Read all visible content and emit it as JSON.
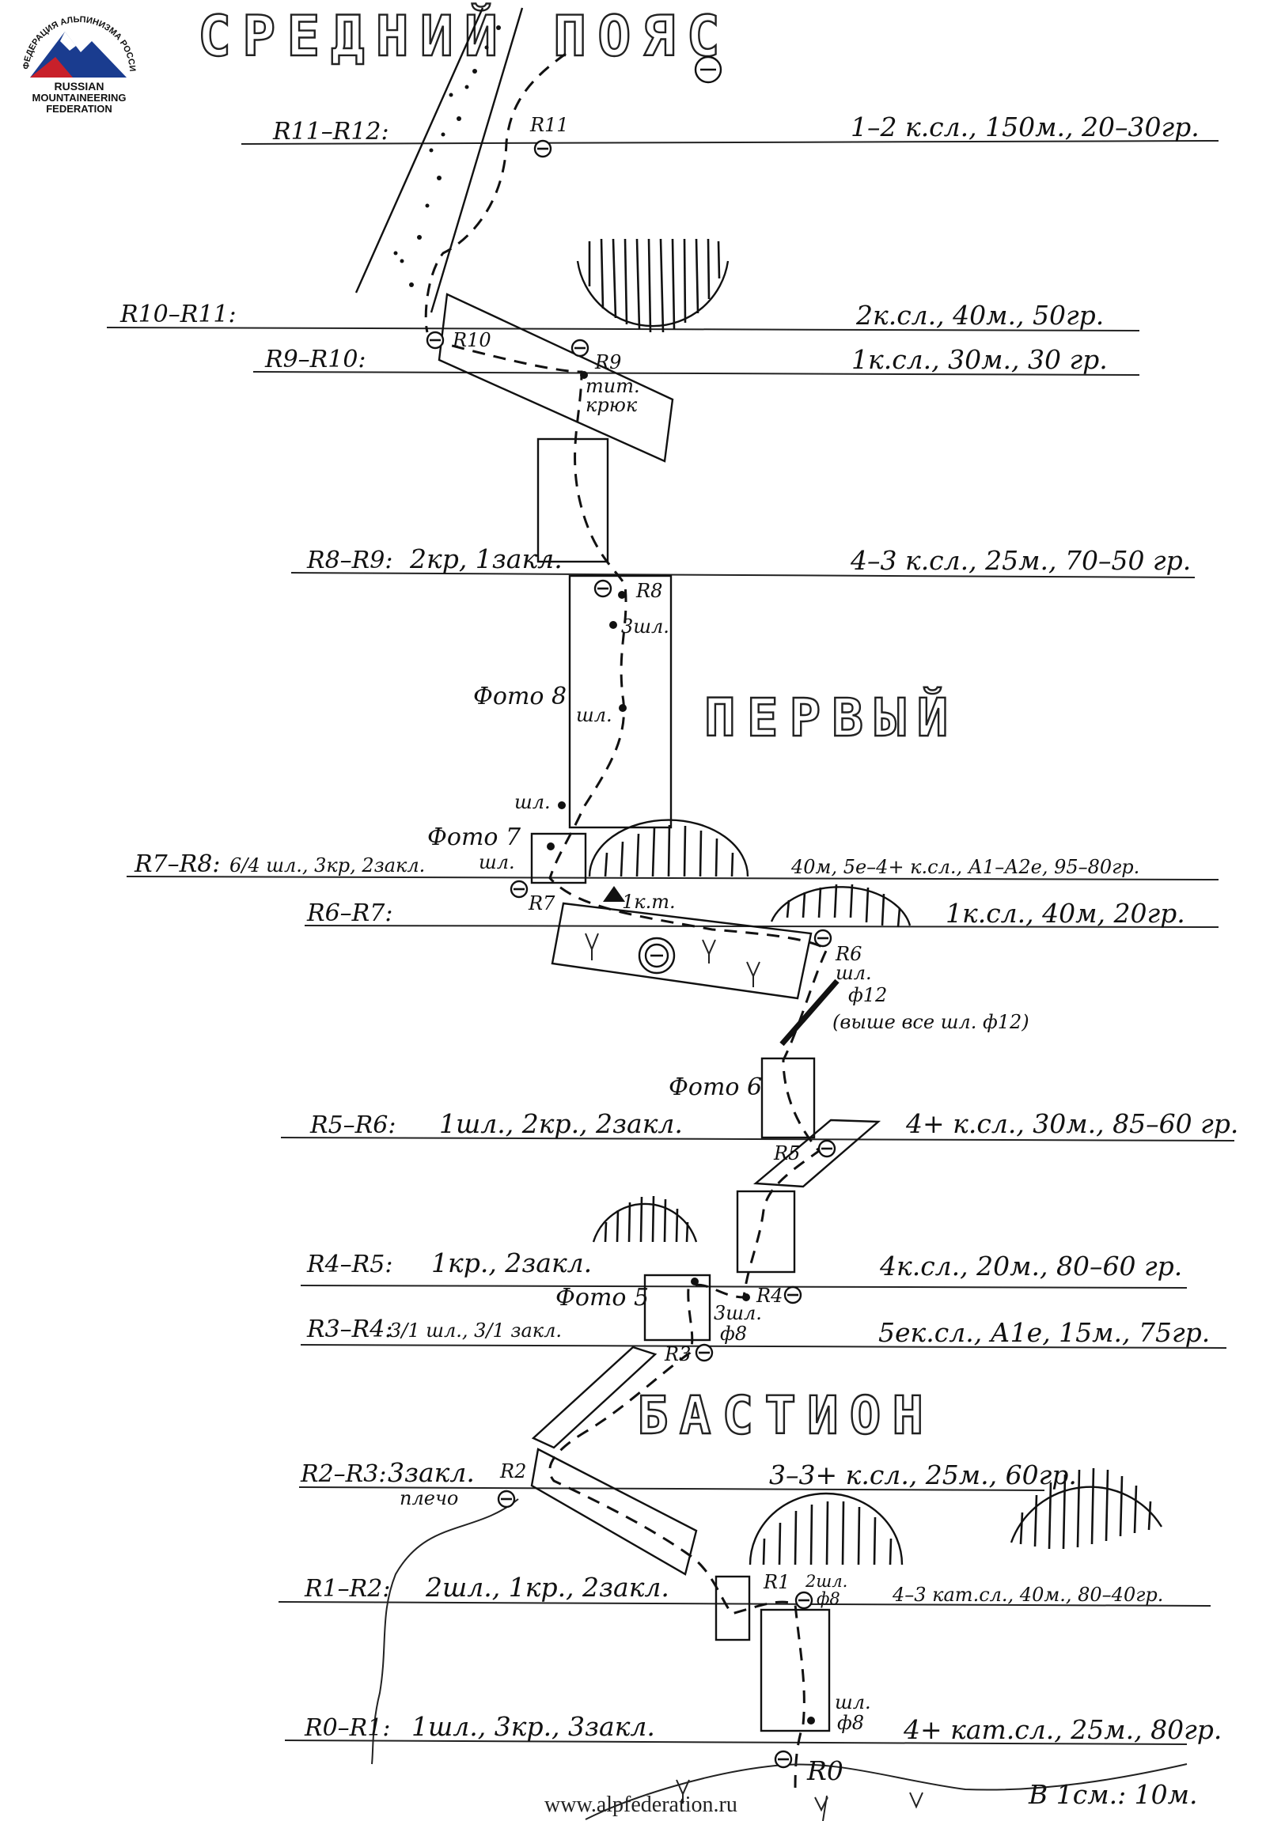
{
  "logo": {
    "arc_text": "ФЕДЕРАЦИЯ АЛЬПИНИЗМА РОССИИ",
    "line1": "RUSSIAN",
    "line2": "MOUNTAINEERING",
    "line3": "FEDERATION"
  },
  "sections": {
    "middle_belt": "СРЕДНИЙ ПОЯС",
    "first": "ПЕРВЫЙ",
    "bastion": "БАСТИОН"
  },
  "pitches": [
    {
      "id": "r11_r12",
      "label": "R11–R12:",
      "left_info": "",
      "spec": "1–2 к.сл., 150м., 20–30гр."
    },
    {
      "id": "r10_r11",
      "label": "R10–R11:",
      "left_info": "",
      "spec": "2к.сл., 40м., 50гр."
    },
    {
      "id": "r9_r10",
      "label": "R9–R10:",
      "left_info": "",
      "spec": "1к.сл., 30м., 30 гр."
    },
    {
      "id": "r8_r9",
      "label": "R8–R9:",
      "left_info": "2кр, 1закл.",
      "spec": "4–3 к.сл., 25м., 70–50 гр."
    },
    {
      "id": "r7_r8",
      "label": "R7–R8:",
      "left_info": "6/4 шл., 3кр, 2закл.",
      "spec": "40м, 5е–4+ к.сл., А1–А2е, 95–80гр."
    },
    {
      "id": "r6_r7",
      "label": "R6–R7:",
      "left_info": "",
      "spec": "1к.сл., 40м, 20гр."
    },
    {
      "id": "r5_r6",
      "label": "R5–R6:",
      "left_info": "1шл., 2кр., 2закл.",
      "spec": "4+ к.сл., 30м., 85–60 гр."
    },
    {
      "id": "r4_r5",
      "label": "R4–R5:",
      "left_info": "1кр., 2закл.",
      "spec": "4к.сл., 20м., 80–60 гр."
    },
    {
      "id": "r3_r4",
      "label": "R3–R4:",
      "left_info": "3/1 шл., 3/1 закл.",
      "spec": "5ек.сл., А1е, 15м., 75гр."
    },
    {
      "id": "r2_r3",
      "label": "R2–R3:",
      "left_info": "3закл.",
      "spec": "3–3+ к.сл., 25м., 60гр."
    },
    {
      "id": "r1_r2",
      "label": "R1–R2:",
      "left_info": "2шл., 1кр., 2закл.",
      "spec": "4–3 кат.сл., 40м., 80–40гр."
    },
    {
      "id": "r0_r1",
      "label": "R0–R1:",
      "left_info": "1шл., 3кр., 3закл.",
      "spec": "4+ кат.сл., 25м., 80гр."
    }
  ],
  "stations": {
    "r0": "R0",
    "r1": "R1",
    "r2": "R2",
    "r3": "R3",
    "r4": "R4",
    "r5": "R5",
    "r6": "R6",
    "r7": "R7",
    "r8": "R8",
    "r9": "R9",
    "r10": "R10",
    "r11": "R11"
  },
  "notes": {
    "titanium_hook": "тит.",
    "hook": "крюк",
    "photo8": "Фото 8",
    "photo7": "Фото 7",
    "photo6": "Фото 6",
    "photo5": "Фото 5",
    "piton_abbr": "шл.",
    "three_pitons": "3шл.",
    "two_pitons": "2шл.",
    "diam8": "ф8",
    "diam12": "ф12",
    "above_all": "(выше все шл. ф12)",
    "control_tour": "1к.т.",
    "shoulder": "плечо",
    "scale": "В 1см.: 10м."
  },
  "footer": "www.alpfederation.ru"
}
